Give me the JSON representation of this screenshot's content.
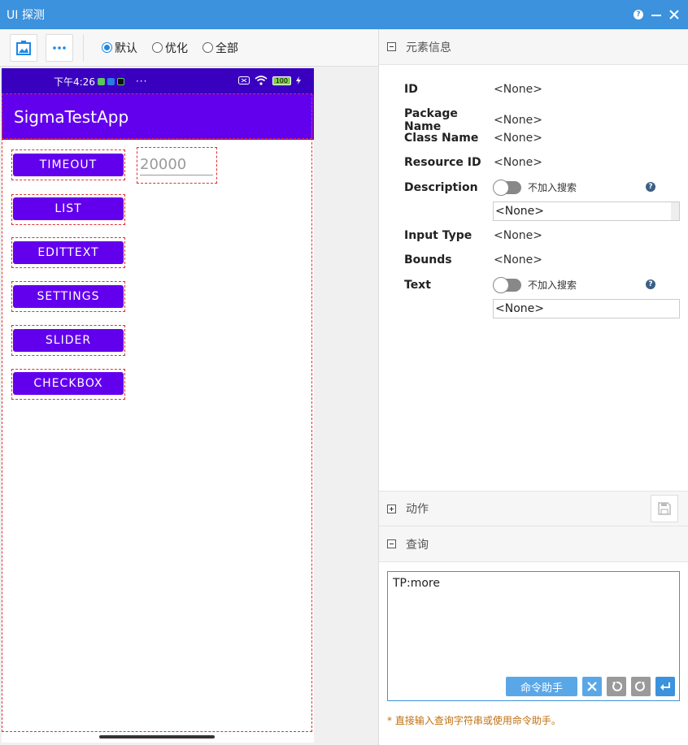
{
  "window": {
    "title": "UI 探测"
  },
  "toolbar": {
    "modes": [
      {
        "label": "默认",
        "checked": true
      },
      {
        "label": "优化",
        "checked": false
      },
      {
        "label": "全部",
        "checked": false
      }
    ]
  },
  "phone": {
    "status_time": "下午4:26",
    "status_dots": "···",
    "battery": "100",
    "app_title": "SigmaTestApp",
    "buttons": [
      "TIMEOUT",
      "LIST",
      "EDITTEXT",
      "SETTINGS",
      "SLIDER",
      "CHECKBOX"
    ],
    "input_value": "20000"
  },
  "element_info": {
    "header": "元素信息",
    "rows": [
      {
        "label": "ID",
        "value": "<None>"
      },
      {
        "label": "Package Name",
        "value": "<None>"
      },
      {
        "label": "Class Name",
        "value": "<None>"
      },
      {
        "label": "Resource ID",
        "value": "<None>"
      },
      {
        "label": "Description",
        "toggle_label": "不加入搜索",
        "box": "<None>"
      },
      {
        "label": "Input Type",
        "value": "<None>"
      },
      {
        "label": "Bounds",
        "value": "<None>"
      },
      {
        "label": "Text",
        "toggle_label": "不加入搜索",
        "box": "<None>"
      }
    ]
  },
  "actions": {
    "header": "动作"
  },
  "query": {
    "header": "查询",
    "text": "TP:more",
    "cmd_helper": "命令助手",
    "hint": "* 直接输入查询字符串或使用命令助手。"
  },
  "colors": {
    "titlebar": "#3c92dc",
    "app_purple": "#6200ee",
    "status_purple": "#3a00c0",
    "dash_red": "#e23030"
  }
}
